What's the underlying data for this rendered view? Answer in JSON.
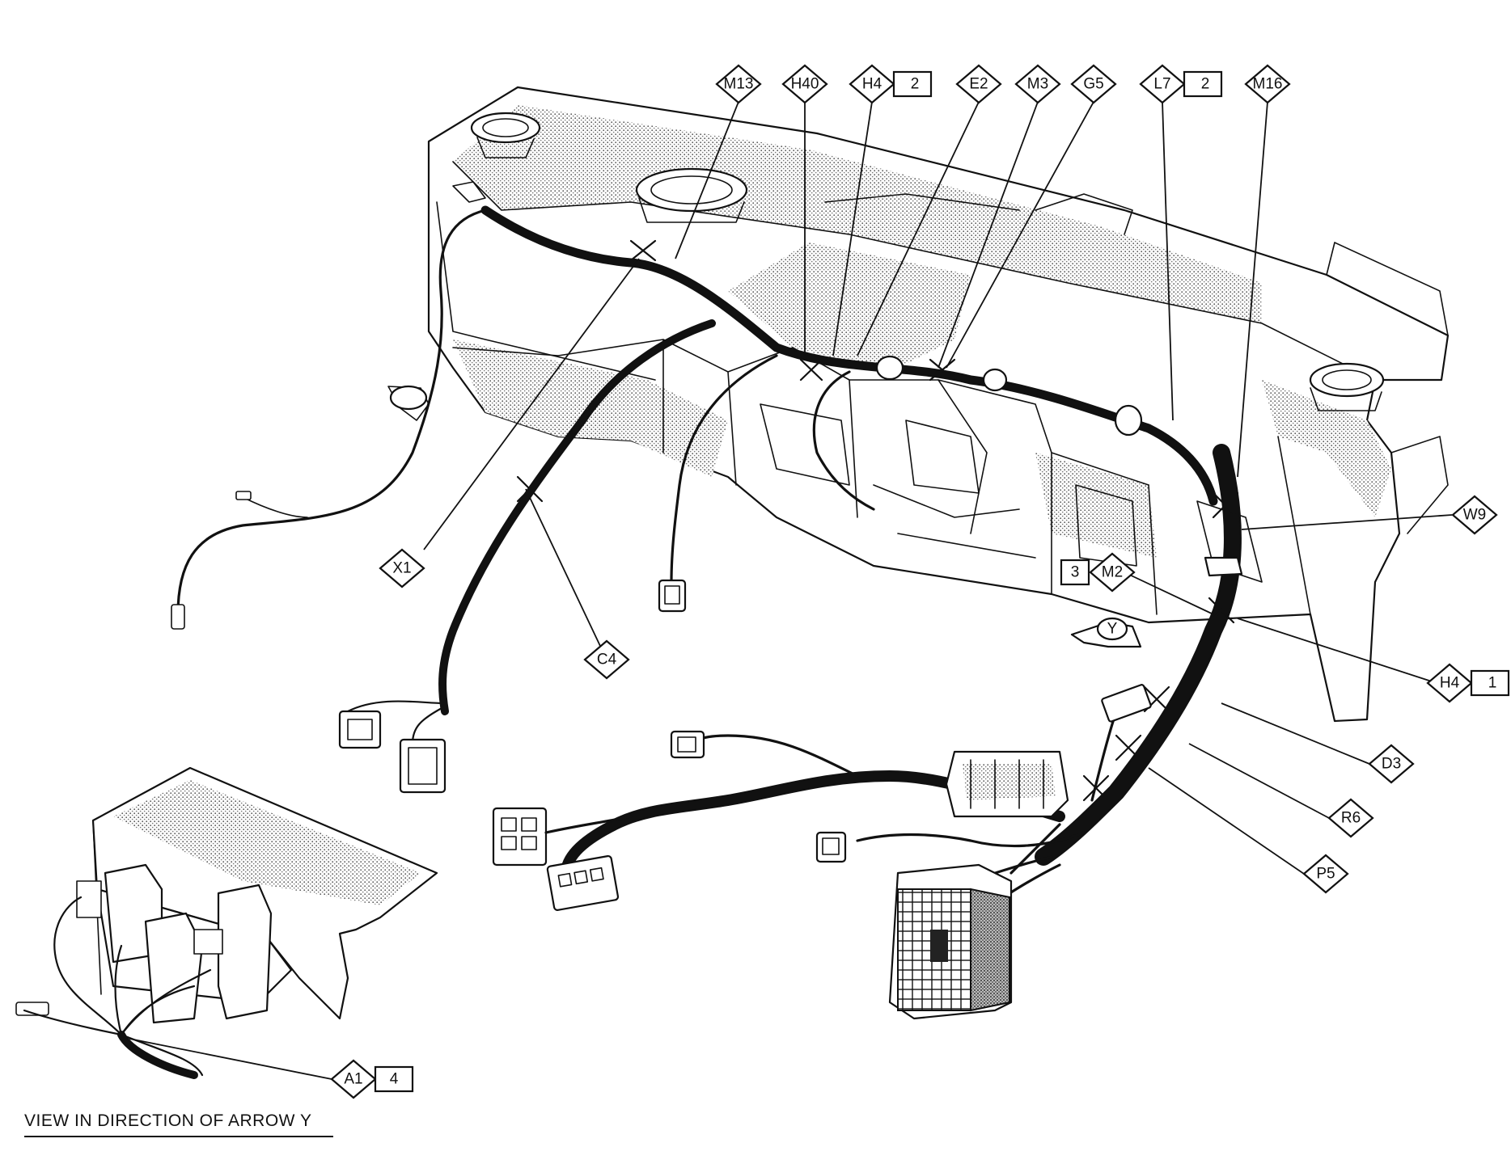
{
  "caption": "VIEW IN DIRECTION OF ARROW Y",
  "arrow_label": "Y",
  "callouts": [
    {
      "id": "M13",
      "text": "M13"
    },
    {
      "id": "H40",
      "text": "H40"
    },
    {
      "id": "H4-2",
      "text": "H4",
      "num": "2"
    },
    {
      "id": "E2",
      "text": "E2"
    },
    {
      "id": "M3",
      "text": "M3"
    },
    {
      "id": "G5",
      "text": "G5"
    },
    {
      "id": "L7-2",
      "text": "L7",
      "num": "2"
    },
    {
      "id": "M16",
      "text": "M16"
    },
    {
      "id": "W9",
      "text": "W9"
    },
    {
      "id": "M2-3",
      "text": "M2",
      "num": "3"
    },
    {
      "id": "H4-1",
      "text": "H4",
      "num": "1"
    },
    {
      "id": "D3",
      "text": "D3"
    },
    {
      "id": "R6",
      "text": "R6"
    },
    {
      "id": "P5",
      "text": "P5"
    },
    {
      "id": "X1",
      "text": "X1"
    },
    {
      "id": "C4",
      "text": "C4"
    },
    {
      "id": "A1-4",
      "text": "A1",
      "num": "4"
    }
  ]
}
